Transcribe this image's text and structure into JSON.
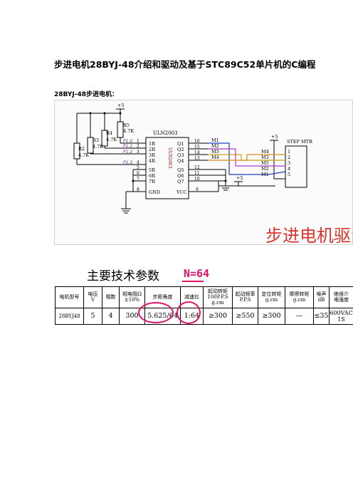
{
  "doc": {
    "title": "步进电机28BYJ-48介绍和驱动及基于STC89C52单片机的C编程",
    "subtitle": "28BYJ-48步进电机："
  },
  "schematic": {
    "power_top": "+5",
    "r5": "R5",
    "r5_val": "4.7K",
    "r4": "R4",
    "r4_val": "4.7K",
    "r3": "R3",
    "r3_val": "4.7K",
    "r2": "R2",
    "r2_val": "4.7K",
    "chip_name": "ULN2003",
    "chip_vertical": "ULN2003",
    "left_pins": [
      "1R",
      "2R",
      "3R",
      "4R",
      "5R",
      "6R",
      "7R",
      "GND"
    ],
    "right_pins": [
      "Q1",
      "Q2",
      "Q3",
      "Q4",
      "Q5",
      "Q6",
      "Q7",
      "VCC"
    ],
    "left_nums": [
      "1",
      "2",
      "3",
      "4",
      "5",
      "6",
      "7",
      "8"
    ],
    "right_nums": [
      "16",
      "15",
      "14",
      "13",
      "12",
      "11",
      "10",
      "9"
    ],
    "port_labels": [
      "P1.0",
      "P1.1",
      "P1.2",
      "P1.3"
    ],
    "motor_nets": [
      "M1",
      "M2",
      "M3",
      "M4"
    ],
    "conn_nets": [
      "M4",
      "M3",
      "M5",
      "M2",
      "M1"
    ],
    "conn_title": "STEP MTR",
    "conn_pins": [
      "1",
      "2",
      "3",
      "4",
      "5"
    ],
    "power_conn": "+5",
    "power_bus": "+5",
    "caption": "步进电机驱动"
  },
  "spec": {
    "section_title": "主要技术参数",
    "note": "N=64",
    "headers": [
      "电机型号",
      "电压\nV",
      "相数",
      "相电阻Ω\n±10%",
      "步距角度",
      "减速比",
      "起动转矩\n100P.P.S\ng.cm",
      "起动频率\nP.P.S",
      "定位转矩\ng.cm",
      "摩擦转矩\ng.cm",
      "噪声\ndB",
      "绝缘介\n电强度"
    ],
    "values": [
      "28BYJ48",
      "5",
      "4",
      "300",
      "5.625/64",
      "1:64",
      "≥300",
      "≥550",
      "≥300",
      "—",
      "≤35",
      "600VAC\n1S"
    ]
  }
}
